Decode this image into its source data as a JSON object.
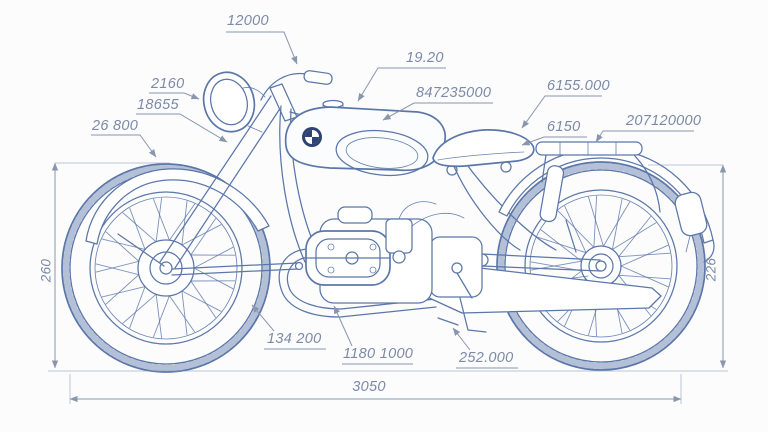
{
  "drawing": {
    "subject": "vintage motorcycle technical blueprint, side view",
    "style": "CAD line drawing",
    "colors": {
      "line": "#5b77a9",
      "dimension": "#8996ae",
      "label_text": "#7b8aa6",
      "roundel": "#2e4372",
      "background": "#fcfcfd"
    }
  },
  "dimensions": {
    "handlebar": "12000",
    "headlight": "2160",
    "front_fork": "18655",
    "front_fender": "26 800",
    "fuel_cap": "19.20",
    "fuel_tank": "847235000",
    "seat": "6155.000",
    "seat_rear": "6150",
    "luggage_rack": "207120000",
    "front_wheel_height": "260",
    "exhaust_pipe": "134 200",
    "engine": "1180 1000",
    "frame_bottom": "252.000",
    "rear_wheel_height": "226",
    "overall_length": "3050"
  }
}
